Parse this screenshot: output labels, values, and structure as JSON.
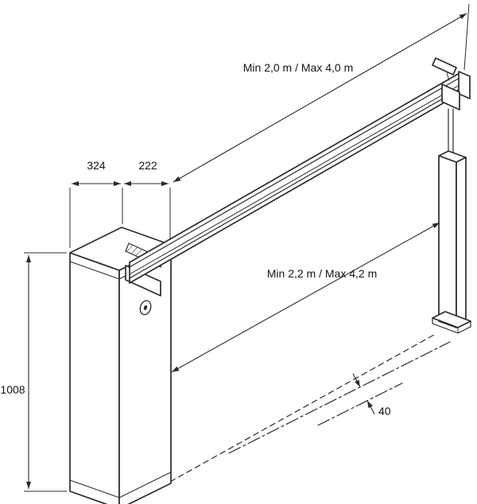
{
  "drawing": {
    "background": "#ffffff",
    "line_color": "#2b2b2b",
    "dimensions": {
      "boom_top": "Min 2,0 m / Max 4,0 m",
      "boom_bottom": "Min 2,2 m / Max 4,2 m",
      "cabinet_top_width": "324",
      "boom_setback": "222",
      "cabinet_height": "1008",
      "support_offset": "40"
    }
  }
}
